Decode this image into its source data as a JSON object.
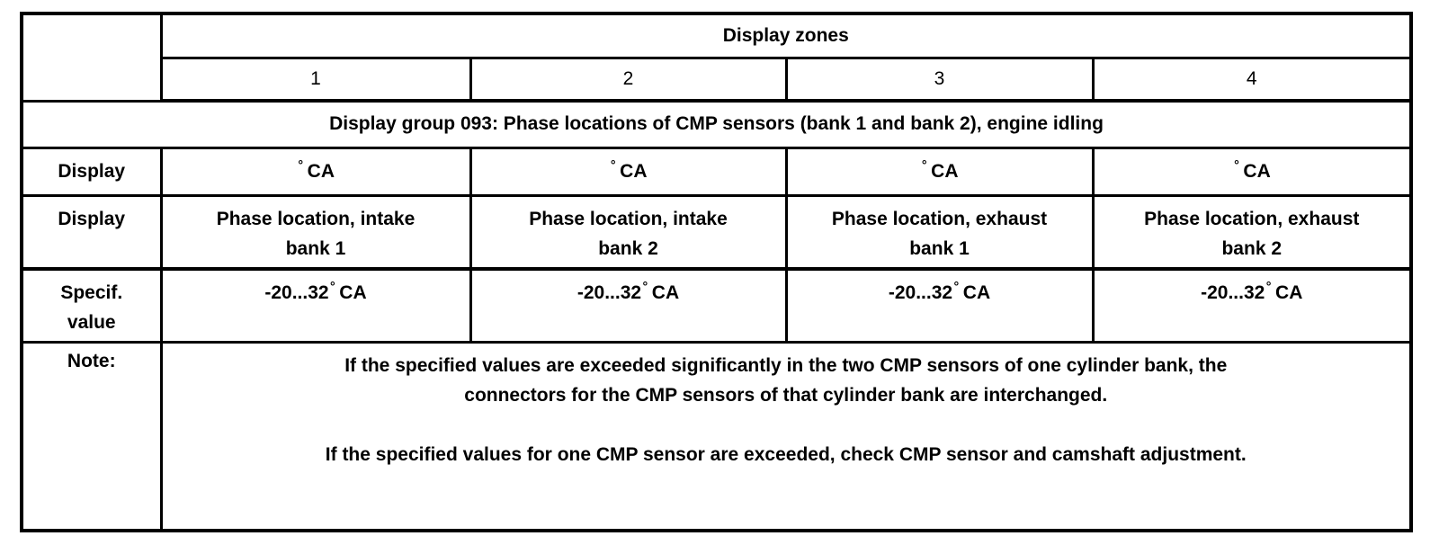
{
  "table": {
    "zones_header": "Display zones",
    "zones": [
      "1",
      "2",
      "3",
      "4"
    ],
    "group_title": "Display group 093: Phase locations of CMP sensors (bank 1 and bank 2), engine idling",
    "unit_row": {
      "label": "Display",
      "cells": [
        {
          "degree": "°",
          "unit": "CA"
        },
        {
          "degree": "°",
          "unit": "CA"
        },
        {
          "degree": "°",
          "unit": "CA"
        },
        {
          "degree": "°",
          "unit": "CA"
        }
      ]
    },
    "description_row": {
      "label": "Display",
      "cells": [
        {
          "line1": "Phase location, intake",
          "line2": "bank 1"
        },
        {
          "line1": "Phase location, intake",
          "line2": "bank 2"
        },
        {
          "line1": "Phase location, exhaust",
          "line2": "bank 1"
        },
        {
          "line1": "Phase location, exhaust",
          "line2": "bank 2"
        }
      ]
    },
    "spec_row": {
      "label_lines": [
        "Specif.",
        "value"
      ],
      "cells": [
        {
          "range": "-20...32",
          "degree": "°",
          "unit": "CA"
        },
        {
          "range": "-20...32",
          "degree": "°",
          "unit": "CA"
        },
        {
          "range": "-20...32",
          "degree": "°",
          "unit": "CA"
        },
        {
          "range": "-20...32",
          "degree": "°",
          "unit": "CA"
        }
      ]
    },
    "note_row": {
      "label": "Note:",
      "lines": [
        "If the specified values are exceeded significantly in the two CMP sensors of one cylinder bank, the",
        "connectors for the CMP sensors of that cylinder bank are interchanged.",
        "",
        "If the specified values for one CMP sensor are exceeded, check CMP sensor and camshaft adjustment."
      ]
    }
  }
}
